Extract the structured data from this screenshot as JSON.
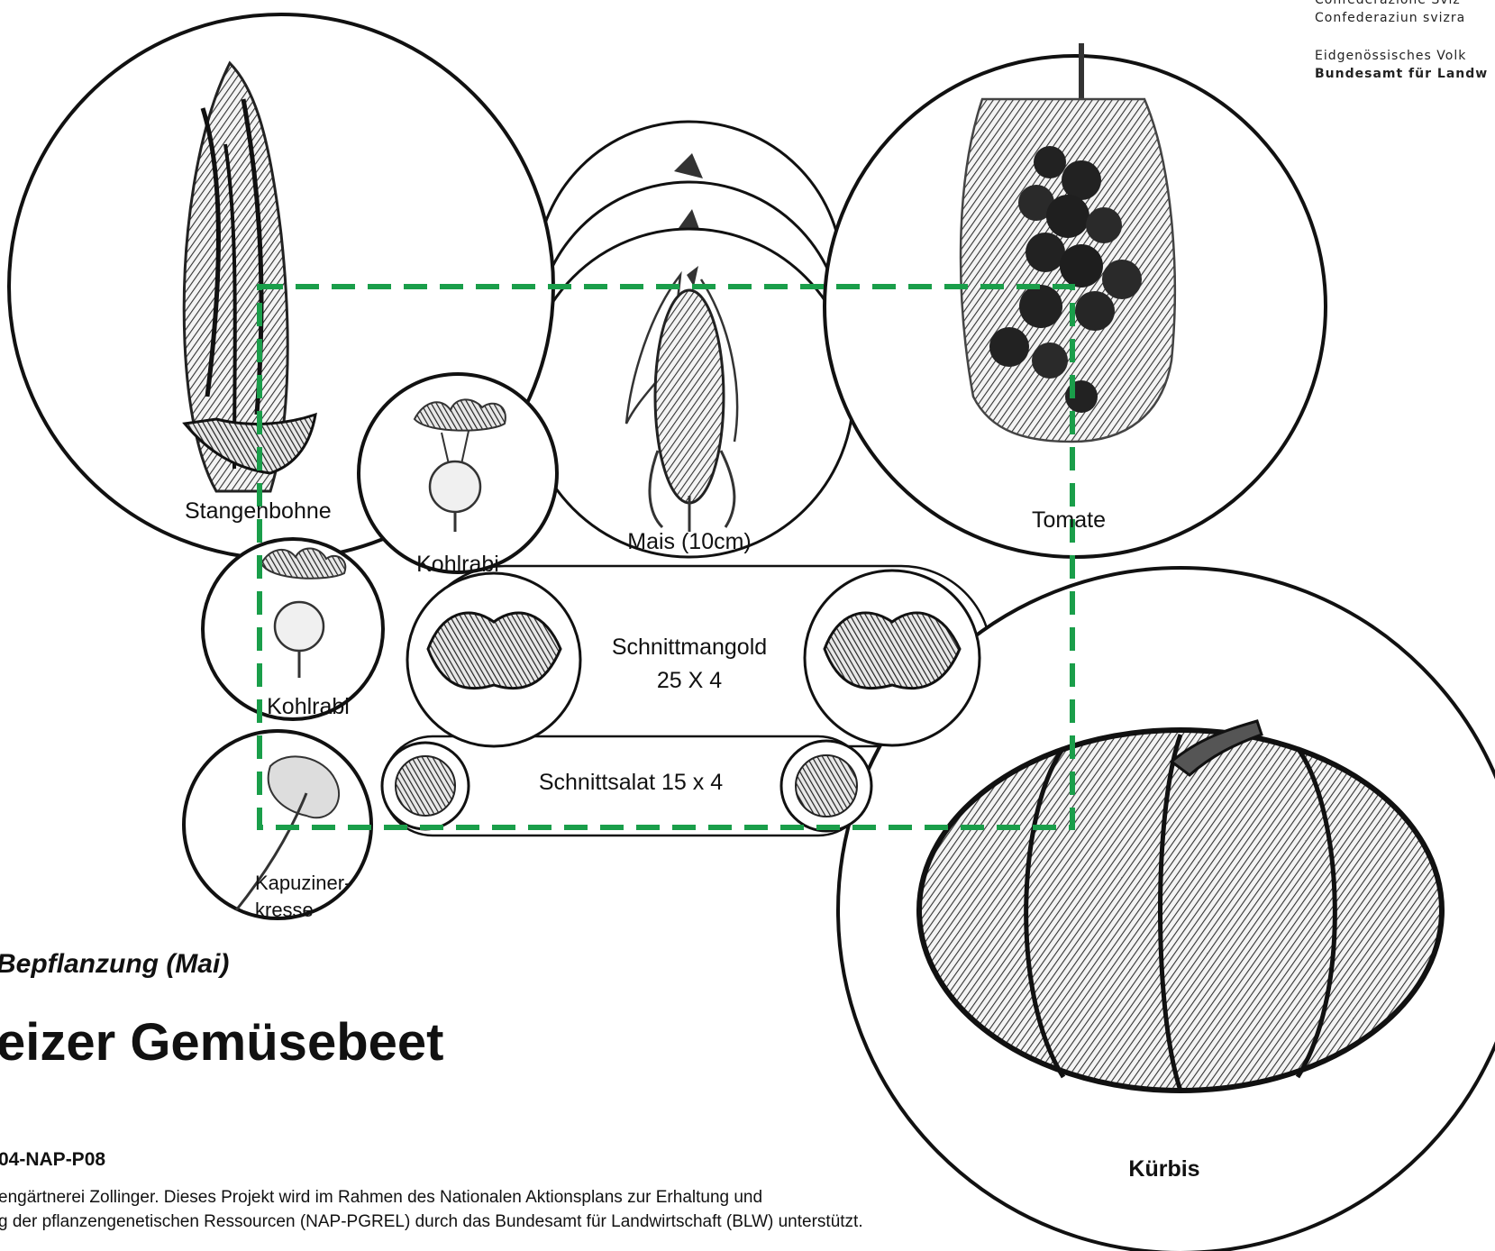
{
  "header": {
    "line_top": "Confederazione Sviz",
    "line1": "Confederaziun svizra",
    "line2": "Eidgenössisches Volk",
    "line3": "Bundesamt für Landw"
  },
  "plants": {
    "stangenbohne": "Stangenbohne",
    "kohlrabi_top": "Kohlrabi",
    "kohlrabi_left": "Kohlrabi",
    "mais": "Mais (10cm)",
    "tomate": "Tomate",
    "schnittmangold_line1": "Schnittmangold",
    "schnittmangold_line2": "25 X 4",
    "schnittsalat": "Schnittsalat  15 x 4",
    "kapuzinerkresse_line1": "Kapuziner-",
    "kapuzinerkresse_line2": "kresse",
    "kuerbis": "Kürbis"
  },
  "subtitle": "Bepflanzung (Mai)",
  "title": "eizer Gemüsebeet",
  "project_code": "04-NAP-P08",
  "footer": {
    "line1": "engärtnerei Zollinger. Dieses Projekt wird im Rahmen des Nationalen Aktionsplans zur Erhaltung und",
    "line2": "g der pflanzengenetischen Ressourcen (NAP-PGREL) durch das Bundesamt für Landwirtschaft (BLW) unterstützt."
  },
  "colors": {
    "outline": "#111111",
    "bed_border": "#1a9e4a",
    "illustration": "#2b2b2b"
  },
  "icons": [
    "bean-plant-icon",
    "kohlrabi-icon",
    "corn-icon",
    "tomato-plant-icon",
    "chard-icon",
    "lettuce-icon",
    "nasturtium-icon",
    "pumpkin-icon"
  ]
}
